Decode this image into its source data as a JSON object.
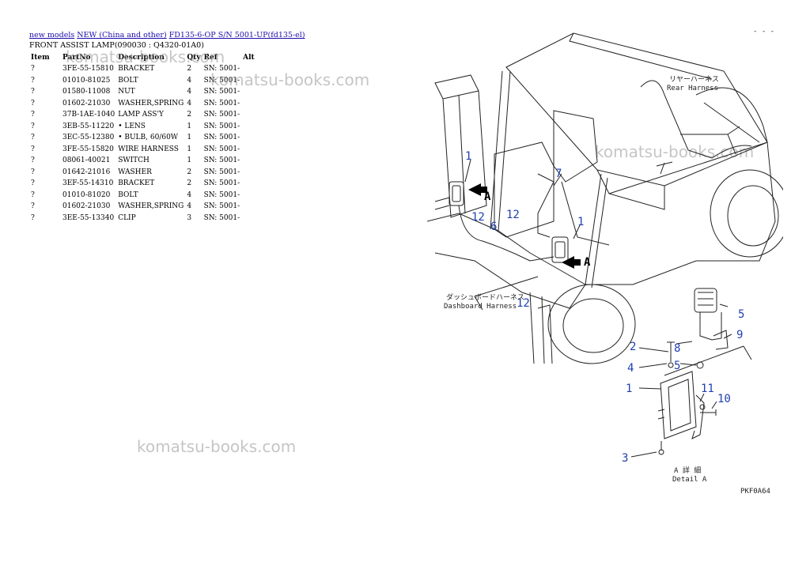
{
  "breadcrumb": {
    "link1": "new models",
    "link2": "NEW (China and other)",
    "link3": "FD135-6-OP S/N 5001-UP(fd135-el)"
  },
  "page_title": "FRONT ASSIST LAMP(090030 : Q4320-01A0)",
  "table": {
    "headers": [
      "Item",
      "PartNo",
      "Description",
      "Qty",
      "Ref",
      "Alt"
    ],
    "rows": [
      {
        "item": "?",
        "part": "3FE-55-15810",
        "desc": "BRACKET",
        "qty": "2",
        "ref": "SN: 5001-",
        "alt": ""
      },
      {
        "item": "?",
        "part": "01010-81025",
        "desc": "BOLT",
        "qty": "4",
        "ref": "SN: 5001-",
        "alt": ""
      },
      {
        "item": "?",
        "part": "01580-11008",
        "desc": "NUT",
        "qty": "4",
        "ref": "SN: 5001-",
        "alt": ""
      },
      {
        "item": "?",
        "part": "01602-21030",
        "desc": "WASHER,SPRING",
        "qty": "4",
        "ref": "SN: 5001-",
        "alt": ""
      },
      {
        "item": "?",
        "part": "37B-1AE-1040",
        "desc": "LAMP ASS'Y",
        "qty": "2",
        "ref": "SN: 5001-",
        "alt": ""
      },
      {
        "item": "?",
        "part": "3EB-55-11220",
        "desc": "• LENS",
        "qty": "1",
        "ref": "SN: 5001-",
        "alt": ""
      },
      {
        "item": "?",
        "part": "3EC-55-12380",
        "desc": "• BULB, 60/60W",
        "qty": "1",
        "ref": "SN: 5001-",
        "alt": ""
      },
      {
        "item": "?",
        "part": "3FE-55-15820",
        "desc": "WIRE HARNESS",
        "qty": "1",
        "ref": "SN: 5001-",
        "alt": ""
      },
      {
        "item": "?",
        "part": "08061-40021",
        "desc": "SWITCH",
        "qty": "1",
        "ref": "SN: 5001-",
        "alt": ""
      },
      {
        "item": "?",
        "part": "01642-21016",
        "desc": "WASHER",
        "qty": "2",
        "ref": "SN: 5001-",
        "alt": ""
      },
      {
        "item": "?",
        "part": "3EF-55-14310",
        "desc": "BRACKET",
        "qty": "2",
        "ref": "SN: 5001-",
        "alt": ""
      },
      {
        "item": "?",
        "part": "01010-81020",
        "desc": "BOLT",
        "qty": "4",
        "ref": "SN: 5001-",
        "alt": ""
      },
      {
        "item": "?",
        "part": "01602-21030",
        "desc": "WASHER,SPRING",
        "qty": "4",
        "ref": "SN: 5001-",
        "alt": ""
      },
      {
        "item": "?",
        "part": "3EE-55-13340",
        "desc": "CLIP",
        "qty": "3",
        "ref": "SN: 5001-",
        "alt": ""
      }
    ]
  },
  "watermark_text": "komatsu-books.com",
  "diagram": {
    "callouts": [
      "1",
      "12",
      "6",
      "A",
      "7",
      "12",
      "1",
      "A",
      "12",
      "5",
      "2",
      "8",
      "4",
      "5",
      "9",
      "1",
      "11",
      "10",
      "3"
    ],
    "rear_harness_jp": "リヤーハーネス",
    "rear_harness_en": "Rear Harness",
    "dash_harness_jp": "ダッシュボードハーネス",
    "dash_harness_en": "Dashboard Harness",
    "detail_jp": "A 詳 細",
    "detail_en": "Detail A",
    "drawing_code": "PKF0A64",
    "corner_mark": "- - -"
  },
  "colors": {
    "link": "#1a0dab",
    "callout": "#1f3fb0",
    "watermark": "#969696"
  }
}
